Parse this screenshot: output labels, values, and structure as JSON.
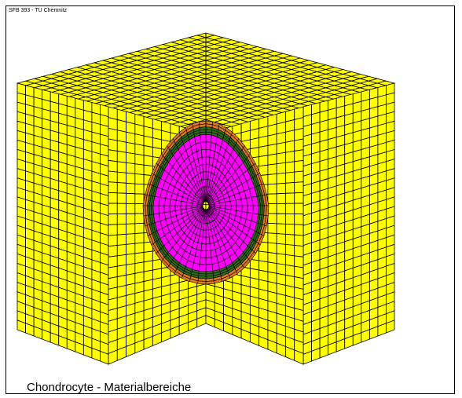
{
  "header": {
    "label": "SFB 393 - TU Chemnitz"
  },
  "caption": {
    "text": "Chondrocyte - Materialbereiche"
  },
  "colors": {
    "matrix": "#ffff00",
    "outer_layer": "#e07820",
    "middle_layer": "#2f6b1a",
    "cell_core": "#ff00ff",
    "edges": "#000000",
    "background": "#ffffff"
  },
  "materials": [
    {
      "name": "matrix",
      "color": "#ffff00"
    },
    {
      "name": "outer_layer",
      "color": "#e07820"
    },
    {
      "name": "middle_layer",
      "color": "#2f6b1a"
    },
    {
      "name": "cell_core",
      "color": "#ff00ff"
    }
  ]
}
